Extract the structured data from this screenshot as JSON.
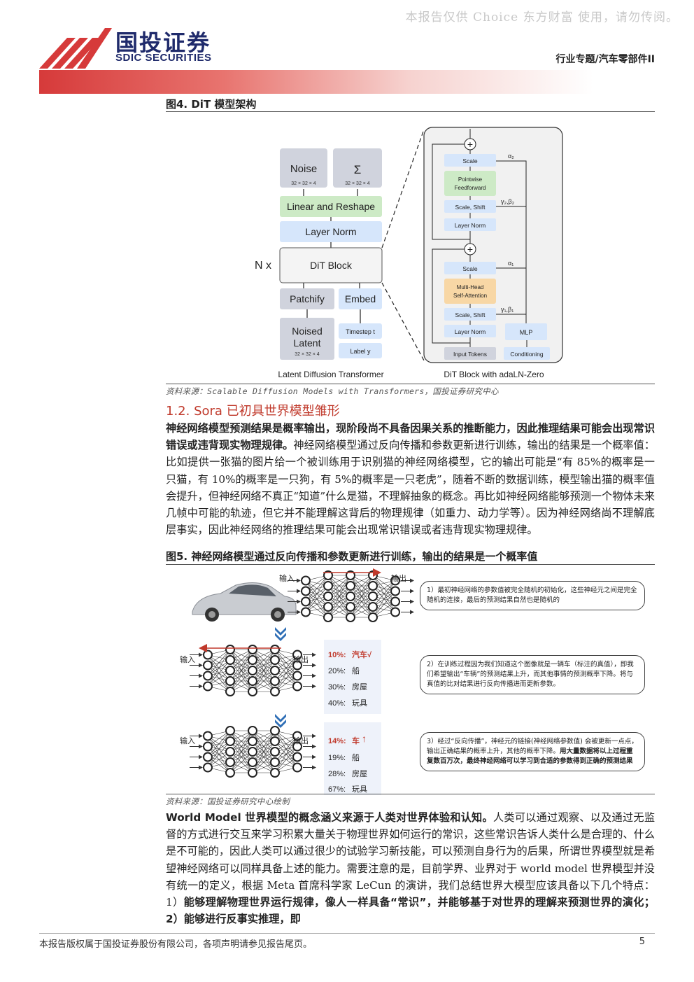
{
  "watermark": "本报告仅供 Choice 东方财富 使用，请勿传阅。",
  "brand": {
    "name_cn": "国投证券",
    "name_en": "SDIC SECURITIES"
  },
  "header_category": "行业专题/汽车零部件II",
  "figure4": {
    "title": "图4. DiT 模型架构",
    "left_caption": "Latent Diffusion Transformer",
    "right_caption": "DiT Block with adaLN-Zero",
    "noise": "Noise",
    "noise_dim": "32 × 32 × 4",
    "sigma": "Σ",
    "sigma_dim": "32 × 32 × 4",
    "linear_reshape": "Linear and Reshape",
    "layer_norm": "Layer Norm",
    "n_times": "N x",
    "dit_block": "DiT Block",
    "patchify": "Patchify",
    "embed": "Embed",
    "noised_latent_1": "Noised",
    "noised_latent_2": "Latent",
    "noised_dim": "32 × 32 × 4",
    "timestep": "Timestep t",
    "label": "Label y",
    "block": {
      "scale_top": "Scale",
      "pointwise_1": "Pointwise",
      "pointwise_2": "Feedforward",
      "scale_shift_2": "Scale, Shift",
      "layer_norm_2": "Layer Norm",
      "scale_mid": "Scale",
      "mha_1": "Multi-Head",
      "mha_2": "Self-Attention",
      "scale_shift_1": "Scale, Shift",
      "layer_norm_1": "Layer Norm",
      "mlp": "MLP",
      "input_tokens": "Input Tokens",
      "conditioning": "Conditioning",
      "alpha2": "α₂",
      "gamma2_beta2": "γ₂,β₂",
      "alpha1": "α₁",
      "gamma1_beta1": "γ₁,β₁",
      "plus": "+"
    },
    "source": "资料来源：Scalable Diffusion Models with Transformers，国投证券研究中心"
  },
  "section": {
    "heading": "1.2. Sora 已初具世界模型雏形"
  },
  "paragraph1": {
    "bold": "神经网络模型预测结果是概率输出，现阶段尚不具备因果关系的推断能力，因此推理结果可能会出现常识错误或违背现实物理规律。",
    "normal": "神经网络模型通过反向传播和参数更新进行训练，输出的结果是一个概率值：比如提供一张猫的图片给一个被训练用于识别猫的神经网络模型，它的输出可能是“有 85%的概率是一只猫，有 10%的概率是一只狗，有 5%的概率是一只老虎”，随着不断的数据训练，模型输出猫的概率值会提升，但神经网络不真正“知道”什么是猫，不理解抽象的概念。再比如神经网络能够预测一个物体未来几帧中可能的轨迹，但它并不能理解这背后的物理规律（如重力、动力学等）。因为神经网络尚不理解底层事实，因此神经网络的推理结果可能会出现常识错误或者违背现实物理规律。"
  },
  "figure5": {
    "title": "图5. 神经网络模型通过反向传播和参数更新进行训练，输出的结果是一个概率值",
    "input_label": "输入",
    "output_label": "输出",
    "note1": "1）最初神经网络的参数值被完全随机的初始化，这些神经元之间是完全随机的连接，最后的预测结果自然也是随机的",
    "note2": "2）在训练过程因为我们知道这个图像就是一辆车（标注的真值），即我们希望输出“车辆”的预测结果上升，而其他事情的预测概率下降。将与真值的比对结果进行反向传播进而更新参数。",
    "note3_a": "3）经过“反向传播”，神经元的链接(神经网络参数值) 会被更新一点点，输出正确结果的概率上升，其他的概率下降。",
    "note3_b": "用大量数据将以上过程重复数百万次，最终神经网络可以学习到合适的参数得到正确的预测结果",
    "probs_before": [
      {
        "value": "10%:",
        "label": "汽车√"
      },
      {
        "value": "20%:",
        "label": "船"
      },
      {
        "value": "30%:",
        "label": "房屋"
      },
      {
        "value": "40%:",
        "label": "玩具"
      }
    ],
    "probs_after": [
      {
        "value": "14%:",
        "label": "车"
      },
      {
        "value": "19%:",
        "label": "船"
      },
      {
        "value": "28%:",
        "label": "房屋"
      },
      {
        "value": "67%:",
        "label": "玩具"
      }
    ],
    "up_arrow": "↑",
    "source": "资料来源：国投证券研究中心绘制"
  },
  "paragraph2": {
    "bold_lead": "World Model 世界模型的概念涵义来源于人类对世界体验和认知。",
    "normal": "人类可以通过观察、以及通过无监督的方式进行交互来学习积累大量关于物理世界如何运行的常识，这些常识告诉人类什么是合理的、什么是不可能的，因此人类可以通过很少的试验学习新技能，可以预测自身行为的后果，所谓世界模型就是希望神经网络可以同样具备上述的能力。需要注意的是，目前学界、业界对于 world model 世界模型并没有统一的定义，根据 Meta 首席科学家 LeCun 的演讲，我们总结世界大模型应该具备以下几个特点：1）",
    "bold_tail": "能够理解物理世界运行规律，像人一样具备“常识”，并能够基于对世界的理解来预测世界的演化；2）能够进行反事实推理，即"
  },
  "footer": {
    "text": "本报告版权属于国投证券股份有限公司，各项声明请参见报告尾页。",
    "page": "5"
  }
}
